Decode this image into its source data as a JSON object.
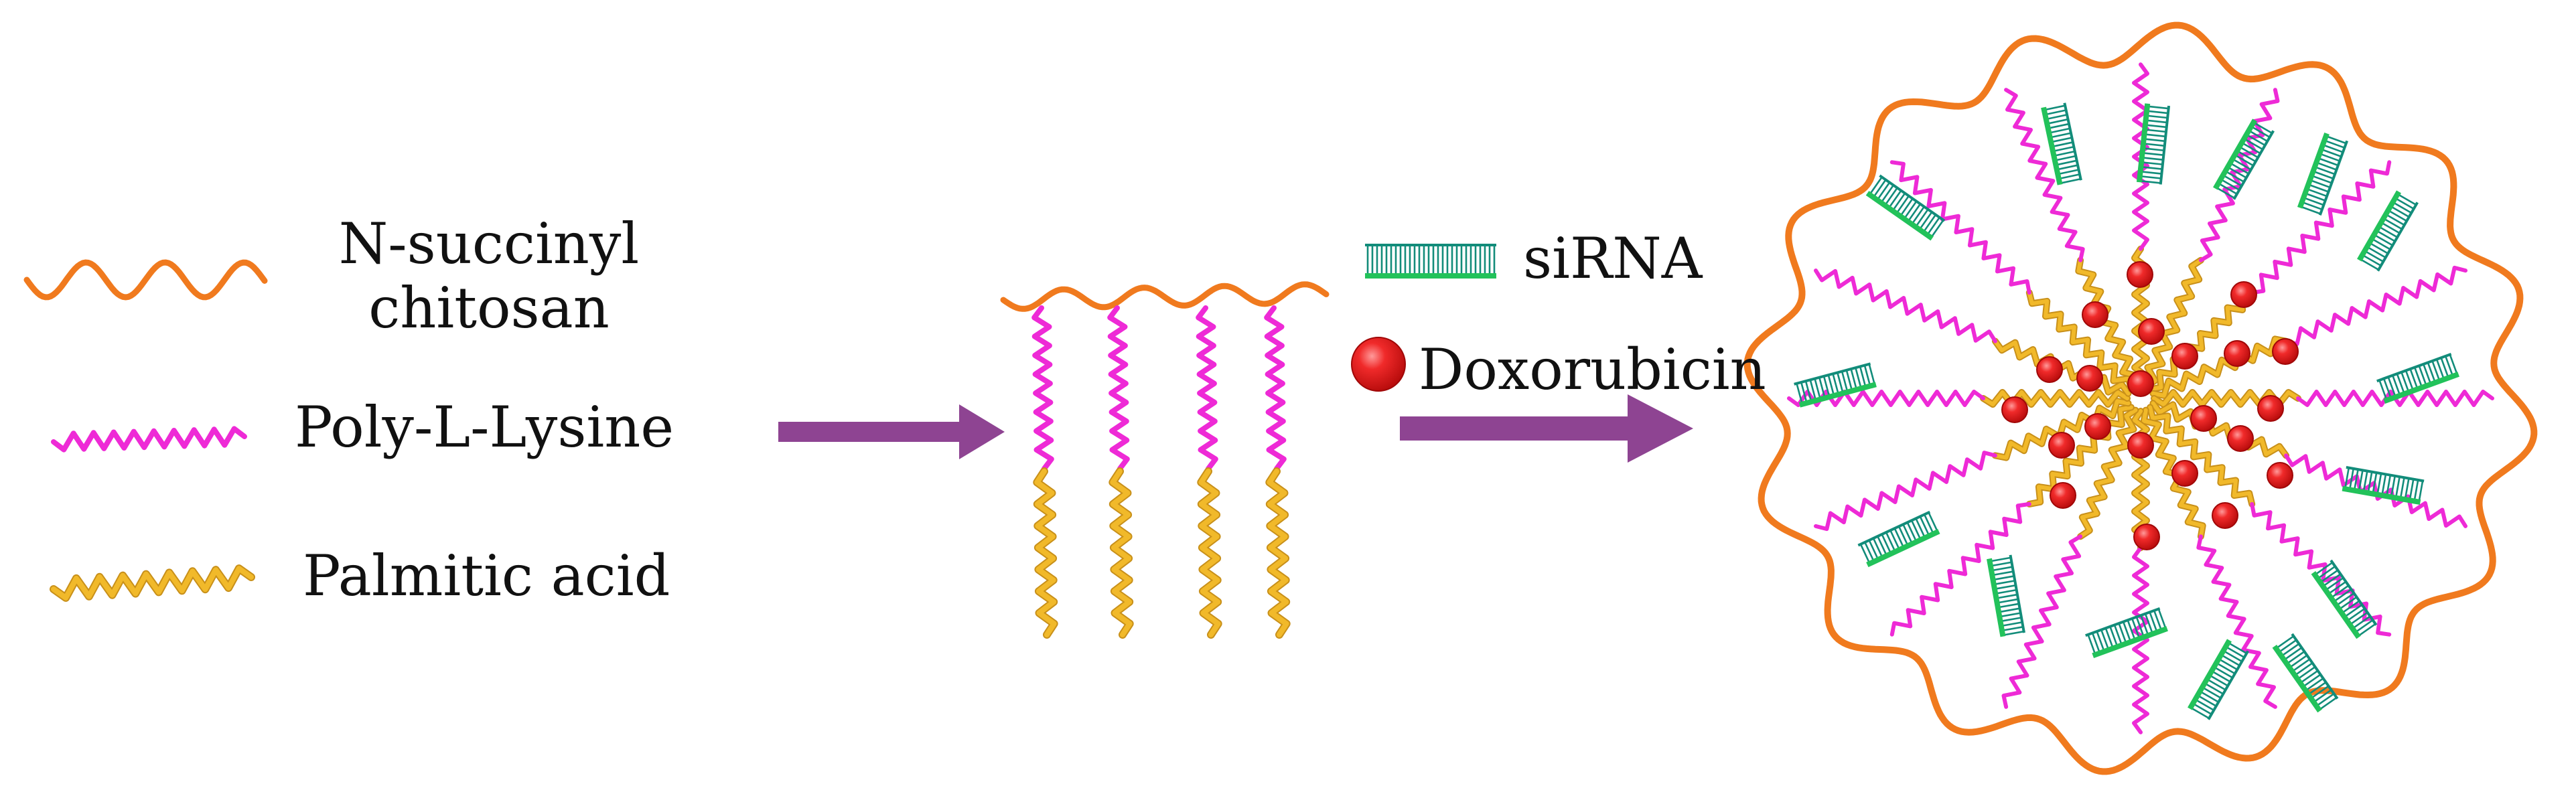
{
  "legend": {
    "chitosan_line1": "N-succinyl",
    "chitosan_line2": "chitosan",
    "lysine": "Poly-L-Lysine",
    "palmitic": "Palmitic acid"
  },
  "reagents": {
    "sirna": "siRNA",
    "doxorubicin": "Doxorubicin"
  },
  "colors": {
    "chitosan": "#f07a1e",
    "lysine": "#ee2ad6",
    "palmitic": "#f1b92a",
    "palmitic_outline": "#c8901a",
    "sirna_light": "#22c25a",
    "sirna_dark": "#128c7a",
    "doxorubicin": "#e81818",
    "arrow": "#8e4492"
  }
}
